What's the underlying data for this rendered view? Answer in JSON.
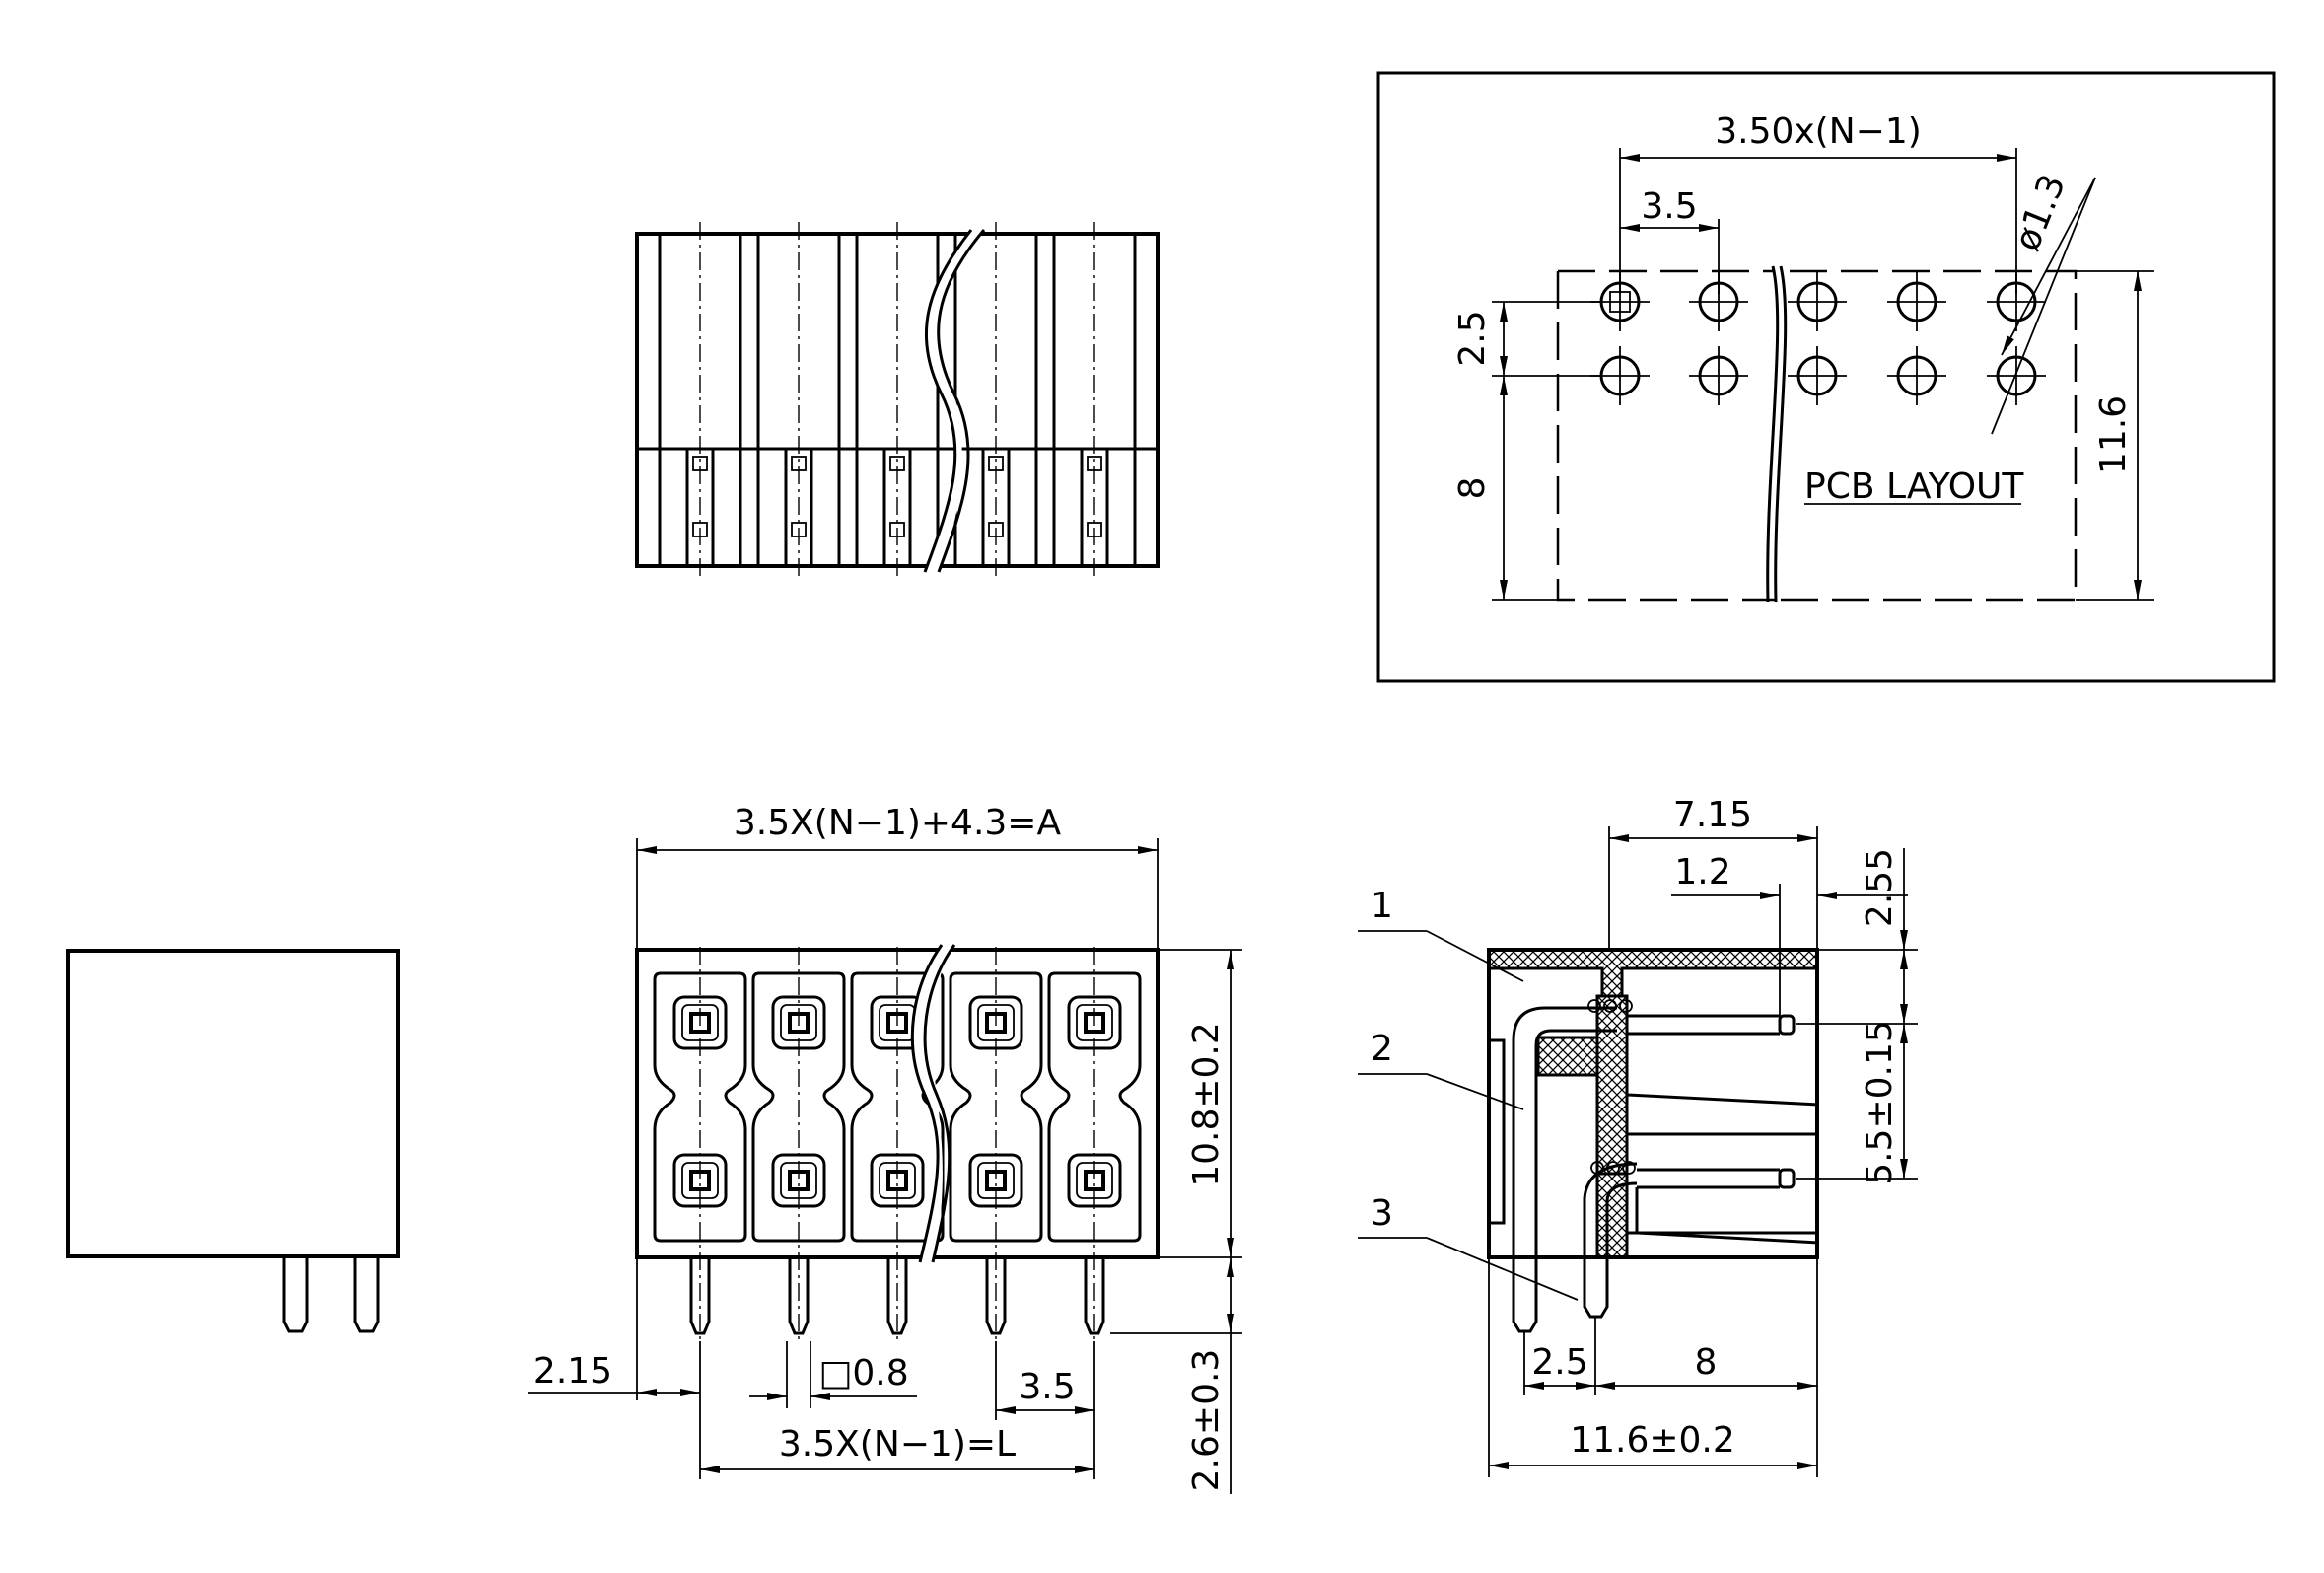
{
  "labels": {
    "pitch_total": "3.50x(N−1)",
    "pitch": "3.5",
    "hole_dia": "ø1.3",
    "row_spacing": "2.5",
    "row_to_edge": "8",
    "layout_depth": "11.6",
    "pcb_layout": "PCB LAYOUT",
    "width_formula": "3.5X(N−1)+4.3=A",
    "height": "10.8±0.2",
    "pin_length": "2.6±0.3",
    "edge_offset": "2.15",
    "pin_square": "□0.8",
    "pin_pitch": "3.5",
    "length_formula": "3.5X(N−1)=L",
    "side_top": "7.15",
    "side_12": "1.2",
    "side_255": "2.55",
    "side_55": "5.5±0.15",
    "side_25": "2.5",
    "side_8": "8",
    "side_total": "11.6±0.2",
    "callout_1": "1",
    "callout_2": "2",
    "callout_3": "3"
  }
}
